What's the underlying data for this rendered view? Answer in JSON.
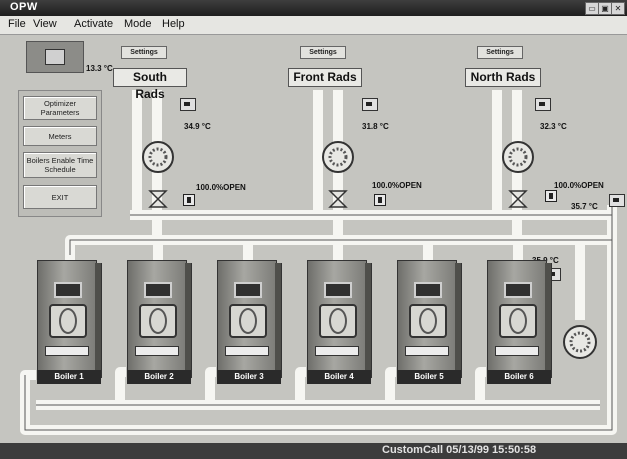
{
  "window": {
    "title": "OPW",
    "buttons": [
      "▭",
      "▣",
      "✕"
    ]
  },
  "menu": [
    "File",
    "View",
    "Activate",
    "Mode",
    "Help"
  ],
  "outside": {
    "temp": "13.3 °C"
  },
  "side_buttons": [
    "Optimizer Parameters",
    "Meters",
    "Boilers Enable Time Schedule",
    "EXIT"
  ],
  "zones": [
    {
      "settings": "Settings",
      "name": "South Rads",
      "temp": "34.9 °C",
      "valve": "100.0%OPEN"
    },
    {
      "settings": "Settings",
      "name": "Front Rads",
      "temp": "31.8 °C",
      "valve": "100.0%OPEN"
    },
    {
      "settings": "Settings",
      "name": "North Rads",
      "temp": "32.3 °C",
      "valve": "100.0%OPEN"
    }
  ],
  "system": {
    "supply_temp": "35.7 °C",
    "return_temp": "35.9 °C"
  },
  "boilers": [
    "Boiler 1",
    "Boiler 2",
    "Boiler 3",
    "Boiler 4",
    "Boiler 5",
    "Boiler 6"
  ],
  "status": "CustomCall 05/13/99 15:50:58",
  "icons": [
    "outside-sensor-icon",
    "temperature-sensor-icon",
    "pump-icon",
    "valve-actuator-icon",
    "flow-arrow-icon"
  ]
}
